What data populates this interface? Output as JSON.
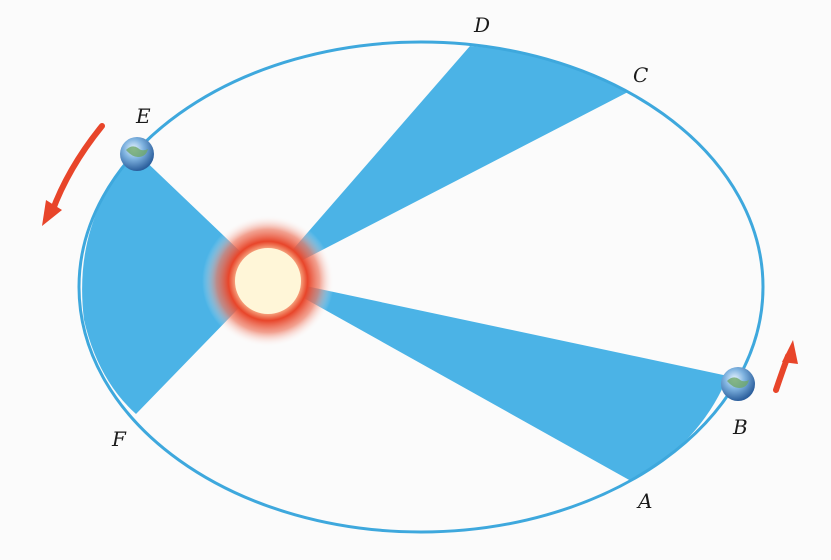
{
  "points": {
    "A": "A",
    "B": "B",
    "C": "C",
    "D": "D",
    "E": "E",
    "F": "F"
  },
  "colors": {
    "background": "#fbfbfb",
    "orbit": "#3ea8dd",
    "swept_area": "#4bb3e6",
    "arrow": "#e8452a",
    "sun_core": "#fff6d8",
    "sun_glow": "#e0452a"
  },
  "icons": {
    "sun": "sun-icon",
    "planet": "earth-icon",
    "direction_arrow": "curved-arrow-icon"
  }
}
